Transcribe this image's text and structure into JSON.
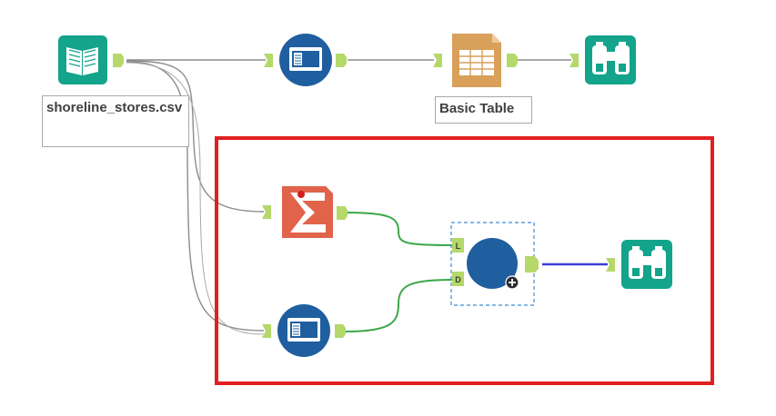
{
  "canvas": {
    "background_color": "#ffffff"
  },
  "nodes": {
    "input_data": {
      "icon": "book-open-icon",
      "color": "#14a38b",
      "label": "shoreline_stores.csv"
    },
    "select_top": {
      "icon": "select-tool-icon",
      "color": "#1f5f9f"
    },
    "basic_table": {
      "icon": "table-document-icon",
      "color": "#d8a05a",
      "label": "Basic Table"
    },
    "browse_top": {
      "icon": "binoculars-icon",
      "color": "#14a38b"
    },
    "summarize": {
      "icon": "sigma-icon",
      "color": "#e0634a"
    },
    "select_bottom": {
      "icon": "select-tool-icon",
      "color": "#1f5f9f"
    },
    "join_tool": {
      "icon": "blue-circle-icon",
      "color": "#1f5f9f",
      "anchor_top": "L",
      "anchor_bottom": "D"
    },
    "browse_bottom": {
      "icon": "binoculars-icon",
      "color": "#14a38b"
    }
  },
  "highlight": {
    "color": "#e02020"
  },
  "connection_colors": {
    "default": "#8c8c8c",
    "green": "#3aa84a",
    "blue": "#3b3bd6"
  },
  "anchor_color": "#b5d86a"
}
